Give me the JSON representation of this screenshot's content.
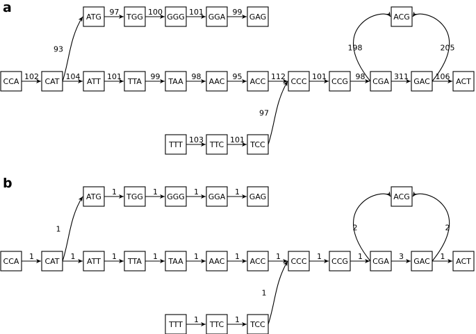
{
  "panels": [
    {
      "id": "a",
      "label": "a",
      "edge_labels": {
        "cca_cat": "102",
        "cat_atg": "93",
        "cat_att": "104",
        "atg_tgg": "97",
        "tgg_ggg": "100",
        "ggg_gga": "101",
        "gga_gag": "99",
        "att_tta": "101",
        "tta_taa": "99",
        "taa_aac": "98",
        "aac_acc": "95",
        "acc_ccc": "112",
        "ccc_ccg": "101",
        "ccg_cga": "98",
        "cga_gac": "311",
        "gac_act": "106",
        "cga_acg": "198",
        "gac_acg": "205",
        "ttt_ttc": "103",
        "ttc_tcc": "101",
        "tcc_ccc": "97"
      }
    },
    {
      "id": "b",
      "label": "b",
      "edge_labels": {
        "cca_cat": "1",
        "cat_atg": "1",
        "cat_att": "1",
        "atg_tgg": "1",
        "tgg_ggg": "1",
        "ggg_gga": "1",
        "gga_gag": "1",
        "att_tta": "1",
        "tta_taa": "1",
        "taa_aac": "1",
        "aac_acc": "1",
        "acc_ccc": "1",
        "ccc_ccg": "1",
        "ccg_cga": "1",
        "cga_gac": "3",
        "gac_act": "1",
        "cga_acg": "2",
        "gac_acg": "2",
        "ttt_ttc": "1",
        "ttc_tcc": "1",
        "tcc_ccc": "1"
      }
    }
  ],
  "nodes": {
    "cca": "CCA",
    "cat": "CAT",
    "atg": "ATG",
    "tgg": "TGG",
    "ggg": "GGG",
    "gga": "GGA",
    "gag": "GAG",
    "att": "ATT",
    "tta": "TTA",
    "taa": "TAA",
    "aac": "AAC",
    "acc": "ACC",
    "ccc": "CCC",
    "ccg": "CCG",
    "cga": "CGA",
    "gac": "GAC",
    "act": "ACT",
    "acg": "ACG",
    "ttt": "TTT",
    "ttc": "TTC",
    "tcc": "TCC"
  }
}
